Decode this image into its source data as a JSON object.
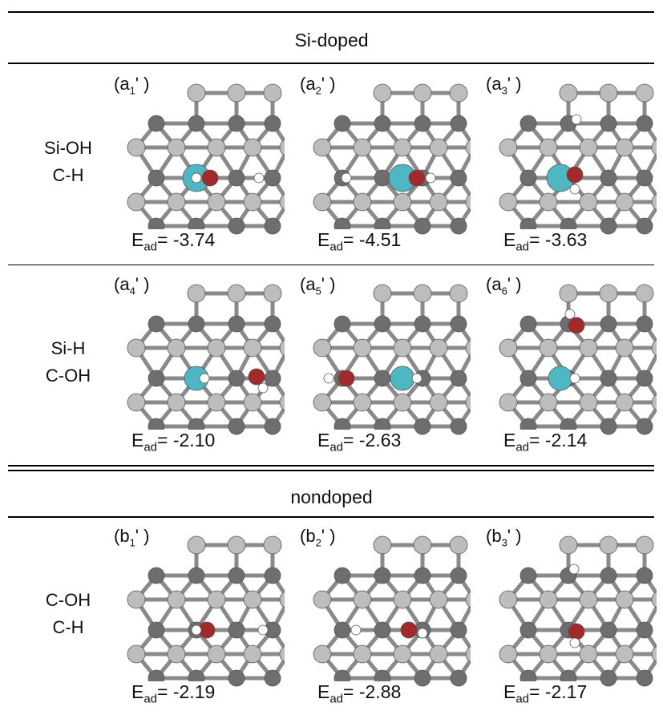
{
  "sections": [
    {
      "title": "Si-doped"
    },
    {
      "title": "nondoped"
    }
  ],
  "rows": [
    {
      "label_lines": [
        "Si-OH",
        "C-H"
      ],
      "panels": [
        {
          "label_base": "(a",
          "label_sub": "1",
          "label_tail": "' )",
          "energy_prefix": "E",
          "energy_sub": "ad",
          "energy_value": "= -3.74",
          "energy": -3.74,
          "variant": "a1"
        },
        {
          "label_base": "(a",
          "label_sub": "2",
          "label_tail": "' )",
          "energy_prefix": "E",
          "energy_sub": "ad",
          "energy_value": "= -4.51",
          "energy": -4.51,
          "variant": "a2"
        },
        {
          "label_base": "(a",
          "label_sub": "3",
          "label_tail": "' )",
          "energy_prefix": "E",
          "energy_sub": "ad",
          "energy_value": "= -3.63",
          "energy": -3.63,
          "variant": "a3"
        }
      ]
    },
    {
      "label_lines": [
        "Si-H",
        "C-OH"
      ],
      "panels": [
        {
          "label_base": "(a",
          "label_sub": "4",
          "label_tail": "' )",
          "energy_prefix": "E",
          "energy_sub": "ad",
          "energy_value": "= -2.10",
          "energy": -2.1,
          "variant": "a4"
        },
        {
          "label_base": "(a",
          "label_sub": "5",
          "label_tail": "' )",
          "energy_prefix": "E",
          "energy_sub": "ad",
          "energy_value": "= -2.63",
          "energy": -2.63,
          "variant": "a5"
        },
        {
          "label_base": "(a",
          "label_sub": "6",
          "label_tail": "' )",
          "energy_prefix": "E",
          "energy_sub": "ad",
          "energy_value": "= -2.14",
          "energy": -2.14,
          "variant": "a6"
        }
      ]
    },
    {
      "label_lines": [
        "C-OH",
        "C-H"
      ],
      "panels": [
        {
          "label_base": "(b",
          "label_sub": "1",
          "label_tail": "' )",
          "energy_prefix": "E",
          "energy_sub": "ad",
          "energy_value": "= -2.19",
          "energy": -2.19,
          "variant": "b1"
        },
        {
          "label_base": "(b",
          "label_sub": "2",
          "label_tail": "' )",
          "energy_prefix": "E",
          "energy_sub": "ad",
          "energy_value": "= -2.88",
          "energy": -2.88,
          "variant": "b2"
        },
        {
          "label_base": "(b",
          "label_sub": "3",
          "label_tail": "' )",
          "energy_prefix": "E",
          "energy_sub": "ad",
          "energy_value": "= -2.17",
          "energy": -2.17,
          "variant": "b3"
        }
      ]
    }
  ],
  "colors": {
    "carbon_light": "#bdbdbd",
    "carbon_dark": "#6e6e70",
    "bond": "#8a8a8a",
    "silicon": "#4fb7c4",
    "oxygen": "#a32a2a",
    "hydrogen": "#ffffff"
  }
}
